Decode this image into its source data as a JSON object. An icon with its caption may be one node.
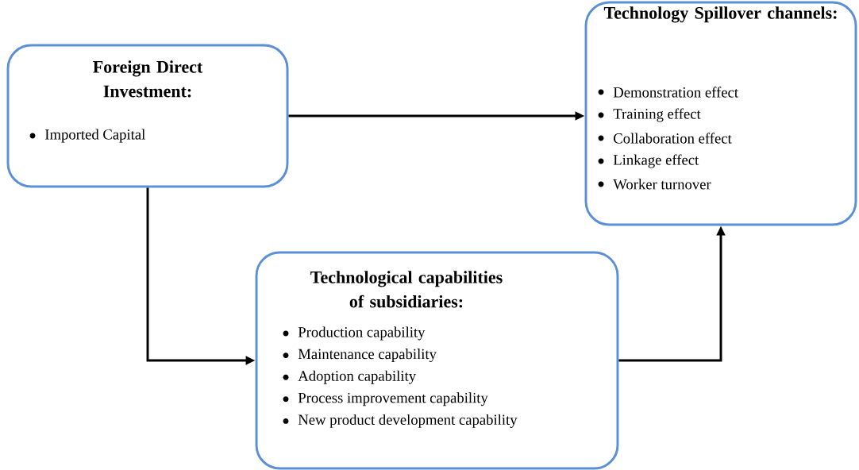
{
  "diagram": {
    "nodes": [
      {
        "text": [
          "Foreign Direct Investment:",
          "Imported Capital"
        ]
      },
      {
        "text": [
          "Technology Spillover channels:",
          "Demonstration effect",
          "Training effect",
          "Collaboration effect",
          "Linkage effect",
          "Worker turnover"
        ]
      },
      {
        "text": [
          "Technological capabilities of subsidiaries:",
          "Production capability",
          "Maintenance capability",
          "Adoption capability",
          "Process improvement capability",
          "New product development capability"
        ]
      }
    ],
    "edges": [
      {
        "from": 0,
        "to": 1,
        "arrow": "to"
      },
      {
        "from": 0,
        "to": 2,
        "arrow": "to"
      },
      {
        "from": 2,
        "to": 1,
        "arrow": "to"
      }
    ]
  }
}
